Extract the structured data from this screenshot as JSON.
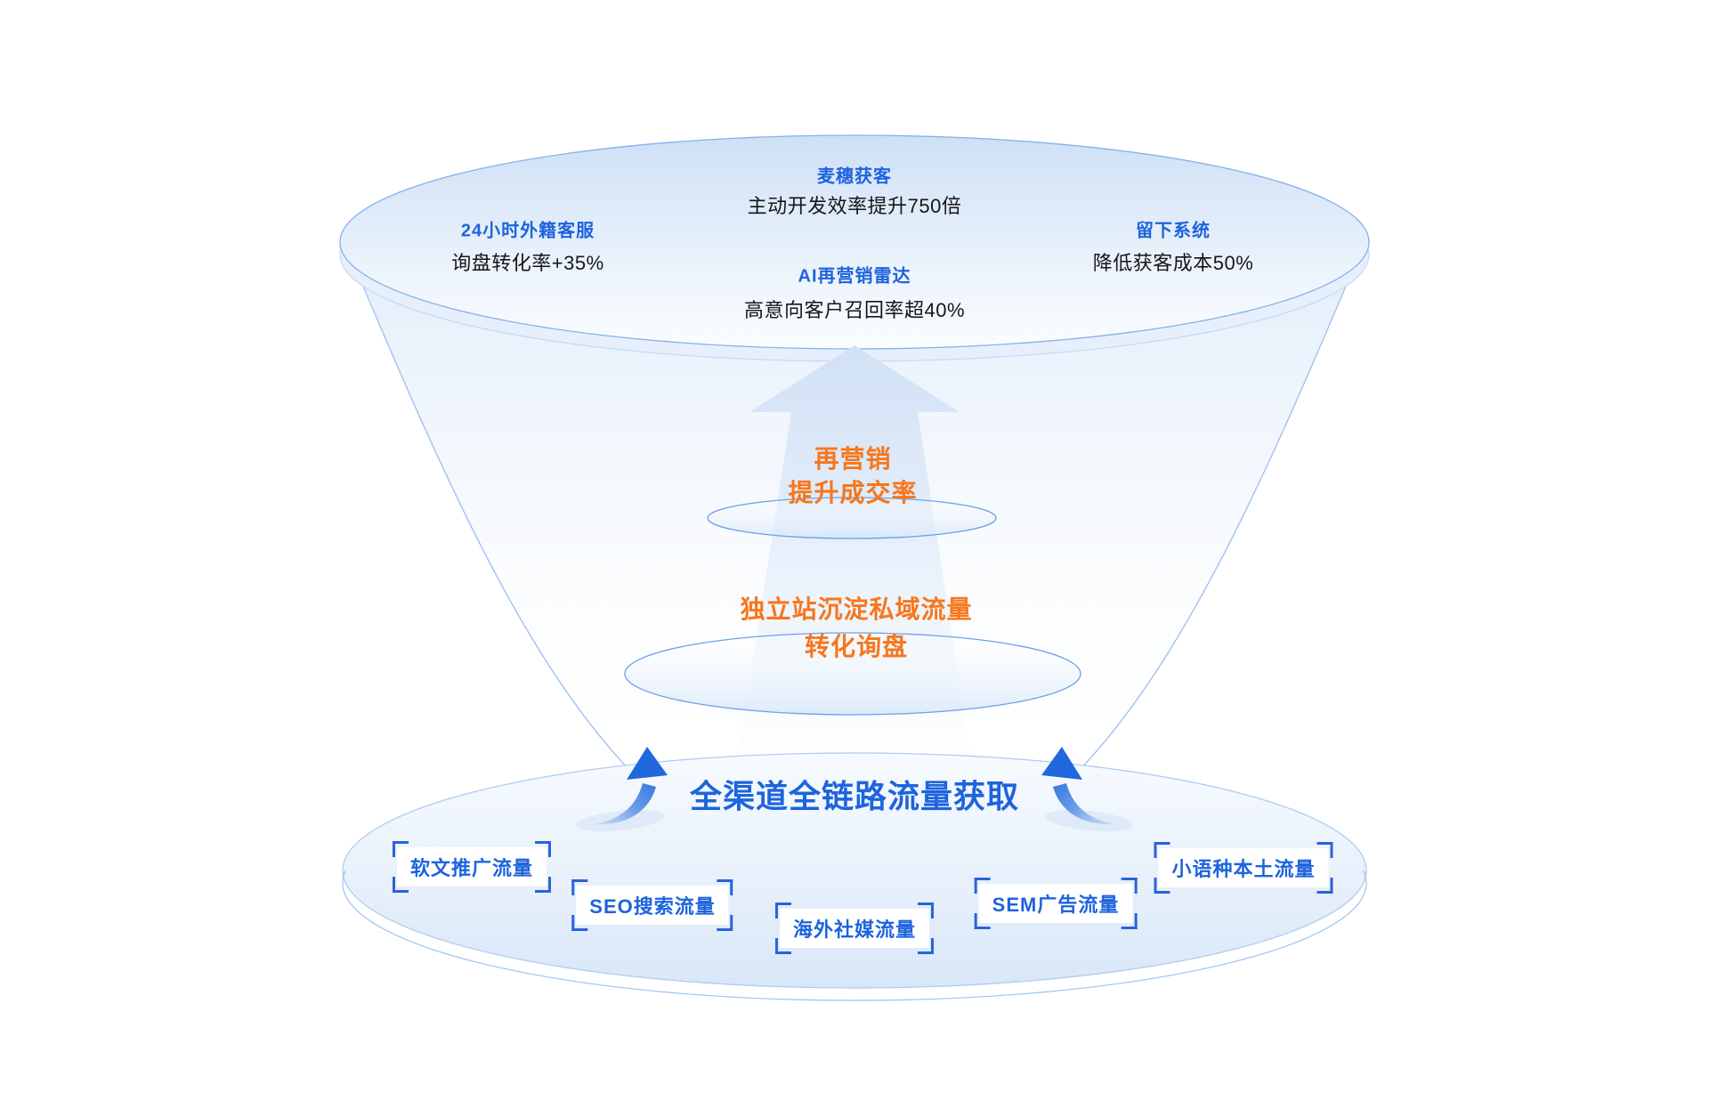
{
  "colors": {
    "heading_blue": "#1d64dd",
    "body_black": "#161616",
    "accent_orange": "#f7761d",
    "bracket_blue": "#2a63da",
    "dish_fill_top": "#cee0f6",
    "dish_fill_bottom": "#d8e7f8",
    "arrow_fill": "#d2e1f6",
    "swoosh_blue": "#1b5fd6"
  },
  "top_tier": {
    "center_product": {
      "title": "麦穗获客",
      "desc": "主动开发效率提升750倍"
    },
    "left_product": {
      "title": "24小时外籍客服",
      "desc": "询盘转化率+35%"
    },
    "right_product": {
      "title": "留下系统",
      "desc": "降低获客成本50%"
    },
    "lower_product": {
      "title": "AI再营销雷达",
      "desc": "高意向客户召回率超40%"
    }
  },
  "middle_tier": {
    "stage_remarketing": {
      "line1": "再营销",
      "line2": "提升成交率"
    },
    "stage_site": {
      "line1": "独立站沉淀私域流量",
      "line2": "转化询盘"
    }
  },
  "bottom_tier": {
    "title": "全渠道全链路流量获取",
    "tags": [
      "软文推广流量",
      "SEO搜索流量",
      "海外社媒流量",
      "SEM广告流量",
      "小语种本土流量"
    ]
  }
}
